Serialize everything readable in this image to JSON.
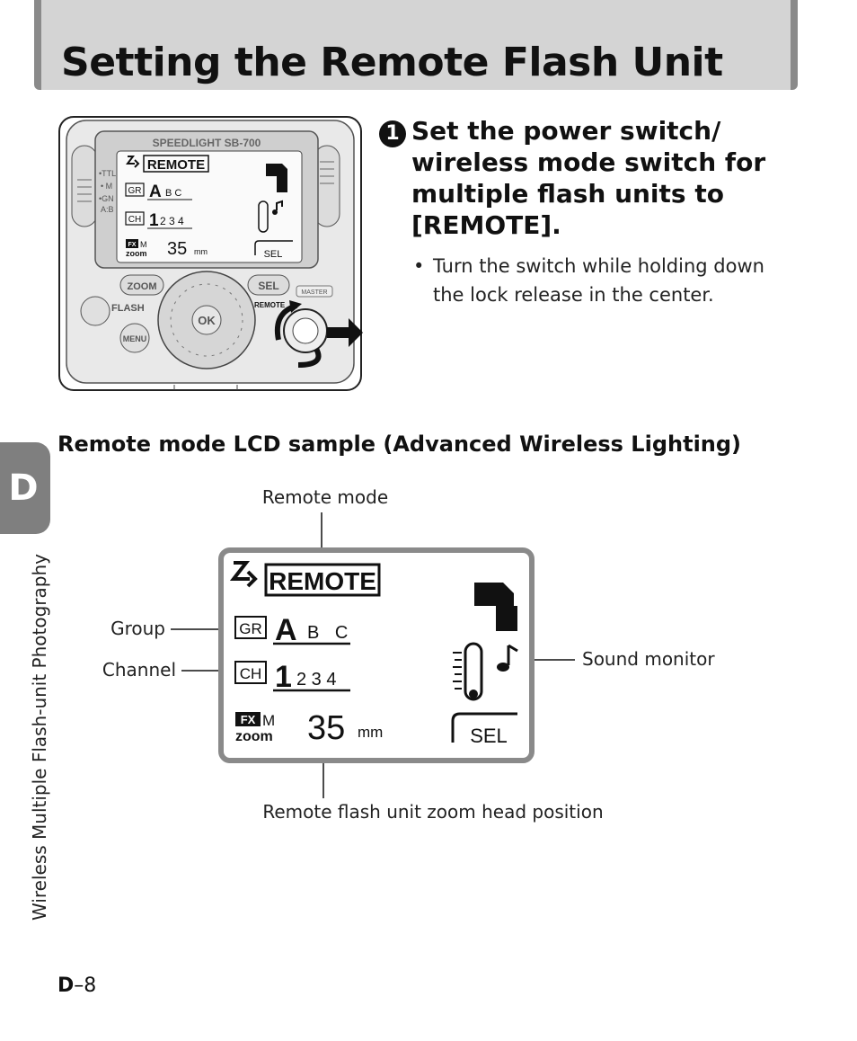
{
  "header": {
    "title": "Setting the Remote Flash Unit"
  },
  "device": {
    "brand": "SPEEDLIGHT SB-700",
    "mode_labels": [
      "•TTL",
      "• M",
      "•GN",
      "A:B"
    ],
    "lcd": {
      "mode": "REMOTE",
      "group_tag": "GR",
      "group": "A",
      "group_rest": "B C",
      "channel_tag": "CH",
      "channel": "1",
      "channel_rest": "2 3 4",
      "zoom_tag": "zoom",
      "fx_tag": "FX",
      "m_tag": "M",
      "zoom_value": "35",
      "zoom_unit": "mm",
      "sel": "SEL"
    },
    "buttons": {
      "zoom": "ZOOM",
      "flash": "FLASH",
      "menu": "MENU",
      "ok": "OK",
      "sel": "SEL",
      "master": "MASTER",
      "remote": "REMOTE"
    }
  },
  "step": {
    "number": "1",
    "title": "Set the power switch/ wireless mode switch for multiple flash units to [REMOTE].",
    "bullet_mark": "•",
    "bullet": "Turn the switch while holding down the lock release in the center."
  },
  "side_tab": {
    "letter": "D",
    "section": "Wireless Multiple Flash-unit Photography"
  },
  "section": {
    "heading": "Remote mode LCD sample (Advanced Wireless Lighting)"
  },
  "diagram": {
    "callouts": {
      "remote_mode": "Remote mode",
      "group": "Group",
      "channel": "Channel",
      "sound_monitor": "Sound monitor",
      "zoom_head": "Remote flash unit zoom head position"
    },
    "lcd": {
      "mode": "REMOTE",
      "group_tag": "GR",
      "group": "A",
      "group_rest": "B C",
      "channel_tag": "CH",
      "channel": "1",
      "channel_rest": "2 3 4",
      "fx_tag": "FX",
      "m_tag": "M",
      "zoom_tag": "zoom",
      "zoom_value": "35",
      "zoom_unit": "mm",
      "sel": "SEL"
    }
  },
  "footer": {
    "page_letter": "D",
    "page_sep": "–",
    "page_number": "8"
  }
}
